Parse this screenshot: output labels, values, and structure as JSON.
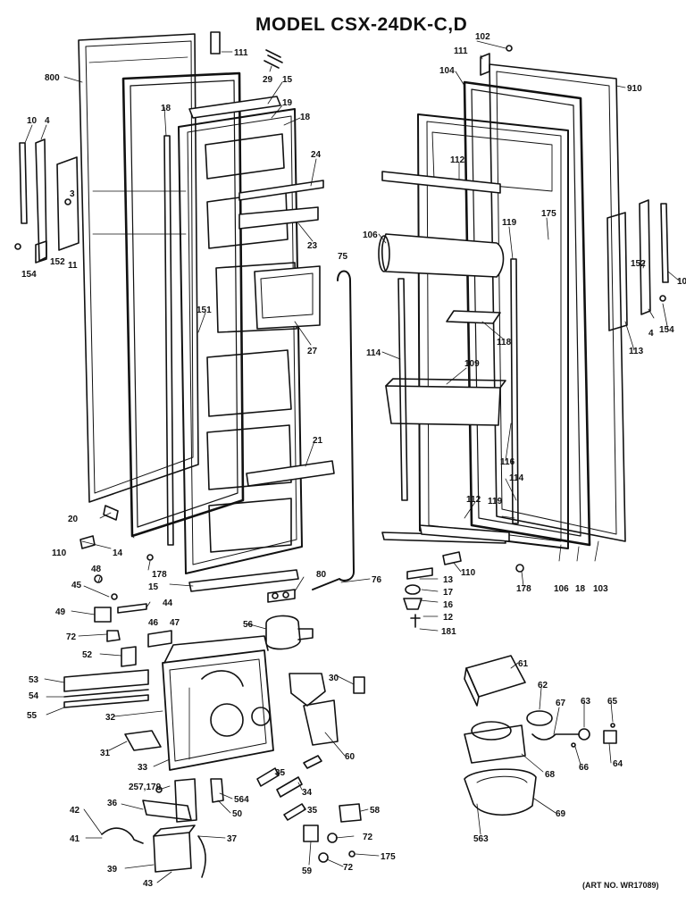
{
  "title": "MODEL CSX-24DK-C,D",
  "art_no": "(ART NO. WR17089)",
  "callouts": [
    {
      "id": "l111a",
      "text": "111"
    },
    {
      "id": "l29",
      "text": "29"
    },
    {
      "id": "l15a",
      "text": "15"
    },
    {
      "id": "l19a",
      "text": "19"
    },
    {
      "id": "l800",
      "text": "800"
    },
    {
      "id": "l10a",
      "text": "10"
    },
    {
      "id": "l4a",
      "text": "4"
    },
    {
      "id": "l3",
      "text": "3"
    },
    {
      "id": "l18a",
      "text": "18"
    },
    {
      "id": "l18b",
      "text": "18"
    },
    {
      "id": "l24",
      "text": "24"
    },
    {
      "id": "l23",
      "text": "23"
    },
    {
      "id": "l154a",
      "text": "154"
    },
    {
      "id": "l152a",
      "text": "152"
    },
    {
      "id": "l11",
      "text": "11"
    },
    {
      "id": "l151",
      "text": "151"
    },
    {
      "id": "l27",
      "text": "27"
    },
    {
      "id": "l75",
      "text": "75"
    },
    {
      "id": "l21",
      "text": "21"
    },
    {
      "id": "l20",
      "text": "20"
    },
    {
      "id": "l110a",
      "text": "110"
    },
    {
      "id": "l14",
      "text": "14"
    },
    {
      "id": "l178a",
      "text": "178"
    },
    {
      "id": "l15b",
      "text": "15"
    },
    {
      "id": "l80",
      "text": "80"
    },
    {
      "id": "l76",
      "text": "76"
    },
    {
      "id": "l48",
      "text": "48"
    },
    {
      "id": "l45",
      "text": "45"
    },
    {
      "id": "l44",
      "text": "44"
    },
    {
      "id": "l49",
      "text": "49"
    },
    {
      "id": "l46",
      "text": "46"
    },
    {
      "id": "l47",
      "text": "47"
    },
    {
      "id": "l72a",
      "text": "72"
    },
    {
      "id": "l52",
      "text": "52"
    },
    {
      "id": "l56",
      "text": "56"
    },
    {
      "id": "l53",
      "text": "53"
    },
    {
      "id": "l54",
      "text": "54"
    },
    {
      "id": "l55",
      "text": "55"
    },
    {
      "id": "l32",
      "text": "32"
    },
    {
      "id": "l30",
      "text": "30"
    },
    {
      "id": "l31",
      "text": "31"
    },
    {
      "id": "l33",
      "text": "33"
    },
    {
      "id": "l60",
      "text": "60"
    },
    {
      "id": "l35a",
      "text": "35"
    },
    {
      "id": "l34",
      "text": "34"
    },
    {
      "id": "l35b",
      "text": "35"
    },
    {
      "id": "l257",
      "text": "257,179"
    },
    {
      "id": "l36",
      "text": "36"
    },
    {
      "id": "l564",
      "text": "564"
    },
    {
      "id": "l50",
      "text": "50"
    },
    {
      "id": "l42",
      "text": "42"
    },
    {
      "id": "l41",
      "text": "41"
    },
    {
      "id": "l37",
      "text": "37"
    },
    {
      "id": "l39",
      "text": "39"
    },
    {
      "id": "l43",
      "text": "43"
    },
    {
      "id": "l58",
      "text": "58"
    },
    {
      "id": "l72b",
      "text": "72"
    },
    {
      "id": "l175b",
      "text": "175"
    },
    {
      "id": "l59",
      "text": "59"
    },
    {
      "id": "l72c",
      "text": "72"
    },
    {
      "id": "l102",
      "text": "102"
    },
    {
      "id": "l111b",
      "text": "111"
    },
    {
      "id": "l104",
      "text": "104"
    },
    {
      "id": "l910",
      "text": "910"
    },
    {
      "id": "l112a",
      "text": "112"
    },
    {
      "id": "l106a",
      "text": "106"
    },
    {
      "id": "l119a",
      "text": "119"
    },
    {
      "id": "l175a",
      "text": "175"
    },
    {
      "id": "l152b",
      "text": "152"
    },
    {
      "id": "l10b",
      "text": "10"
    },
    {
      "id": "l154b",
      "text": "154"
    },
    {
      "id": "l4b",
      "text": "4"
    },
    {
      "id": "l113",
      "text": "113"
    },
    {
      "id": "l118",
      "text": "118"
    },
    {
      "id": "l114a",
      "text": "114"
    },
    {
      "id": "l109",
      "text": "109"
    },
    {
      "id": "l116",
      "text": "116"
    },
    {
      "id": "l114b",
      "text": "114"
    },
    {
      "id": "l112b",
      "text": "112"
    },
    {
      "id": "l119b",
      "text": "119"
    },
    {
      "id": "l110b",
      "text": "110"
    },
    {
      "id": "l13",
      "text": "13"
    },
    {
      "id": "l17",
      "text": "17"
    },
    {
      "id": "l16",
      "text": "16"
    },
    {
      "id": "l12",
      "text": "12"
    },
    {
      "id": "l181",
      "text": "181"
    },
    {
      "id": "l178b",
      "text": "178"
    },
    {
      "id": "l106b",
      "text": "106"
    },
    {
      "id": "l18c",
      "text": "18"
    },
    {
      "id": "l103",
      "text": "103"
    },
    {
      "id": "l61",
      "text": "61"
    },
    {
      "id": "l62",
      "text": "62"
    },
    {
      "id": "l67",
      "text": "67"
    },
    {
      "id": "l63",
      "text": "63"
    },
    {
      "id": "l65",
      "text": "65"
    },
    {
      "id": "l68",
      "text": "68"
    },
    {
      "id": "l66",
      "text": "66"
    },
    {
      "id": "l64",
      "text": "64"
    },
    {
      "id": "l69",
      "text": "69"
    },
    {
      "id": "l563",
      "text": "563"
    }
  ]
}
